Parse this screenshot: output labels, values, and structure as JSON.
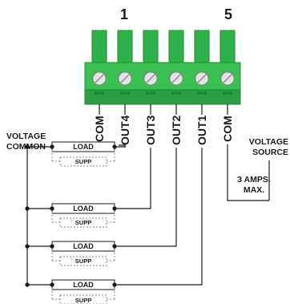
{
  "terminal_labels": {
    "first": "1",
    "last": "5"
  },
  "pins": [
    "COM",
    "OUT4",
    "OUT3",
    "OUT2",
    "OUT1",
    "COM"
  ],
  "voltage_common": [
    "VOLTAGE",
    "COMMON"
  ],
  "voltage_source": [
    "VOLTAGE",
    "SOURCE"
  ],
  "current_rating": [
    "3 AMPS.",
    "MAX."
  ],
  "loads": [
    {
      "load": "LOAD",
      "supp": "SUPP"
    },
    {
      "load": "LOAD",
      "supp": "SUPP"
    },
    {
      "load": "LOAD",
      "supp": "SUPP"
    },
    {
      "load": "LOAD",
      "supp": "SUPP"
    }
  ],
  "colors": {
    "connector_green": "#2fb14a",
    "connector_dark": "#1f8a35",
    "connector_light": "#4cc865",
    "wire": "#1a1a1a"
  }
}
